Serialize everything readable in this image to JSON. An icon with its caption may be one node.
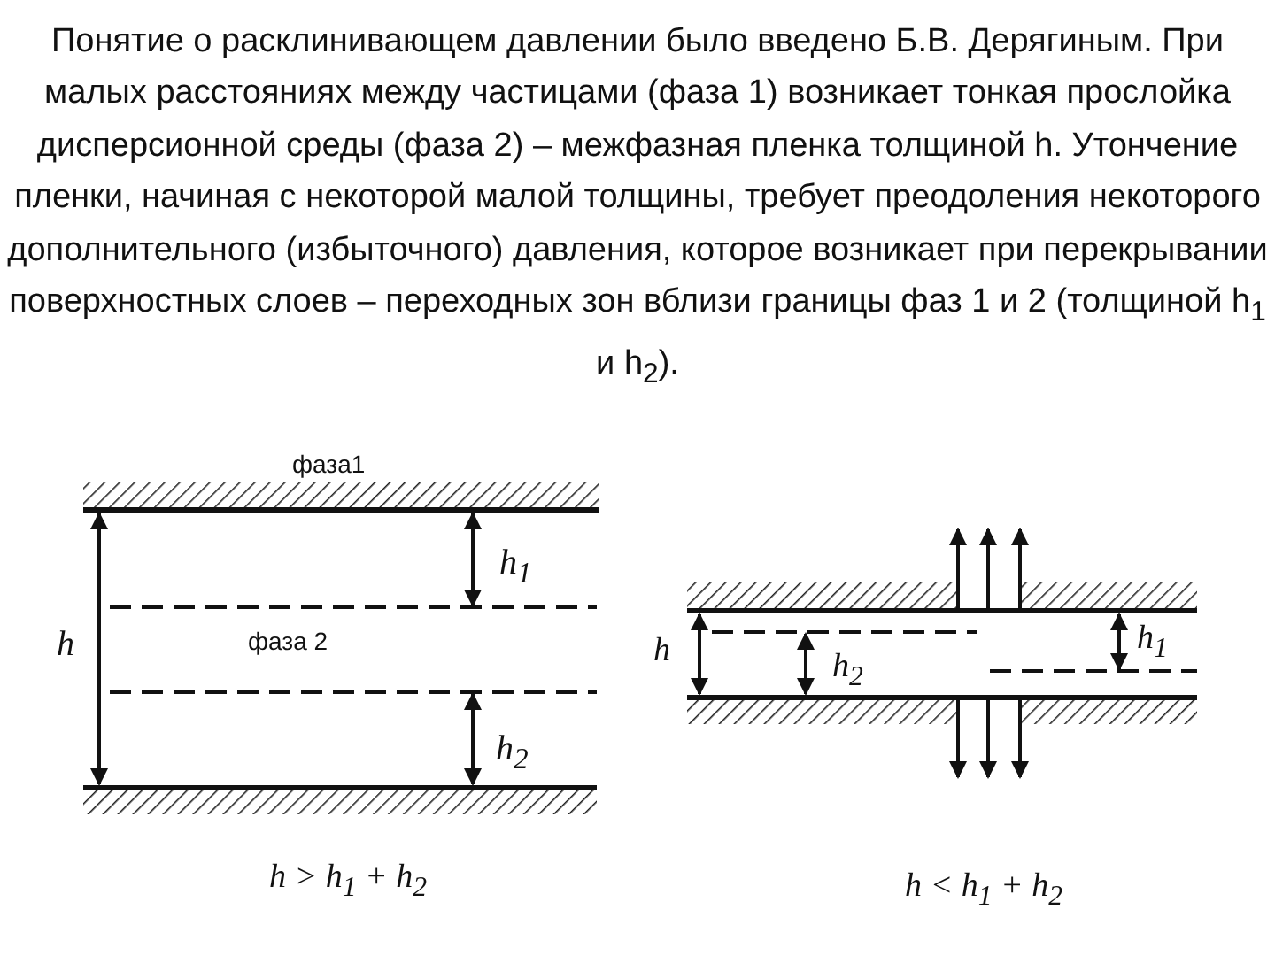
{
  "diagram": {
    "labels": [
      "Понятие о расклинивающем давлении было введено Б.В. Дерягиным. При малых расстояниях между частицами (фаза 1) возникает тонкая прослойка дисперсионной среды (фаза 2) – межфазная пленка толщиной h. Утончение пленки, начиная с некоторой малой толщины, требует преодоления некоторого дополнительного (избыточного) давления, которое возникает при перекрывании поверхностных слоев – переходных зон вблизи границы фаз 1 и 2 (толщиной h$_{1}$ и h$_{2}$).",
      "фаза1",
      "h",
      "h$_{1}$",
      "фаза 2",
      "h$_{2}$",
      "h > h$_{1}$ + h$_{2}$",
      "h",
      "h$_{2}$",
      "h$_{1}$",
      "h < h$_{1}$ + h$_{2}$"
    ]
  }
}
